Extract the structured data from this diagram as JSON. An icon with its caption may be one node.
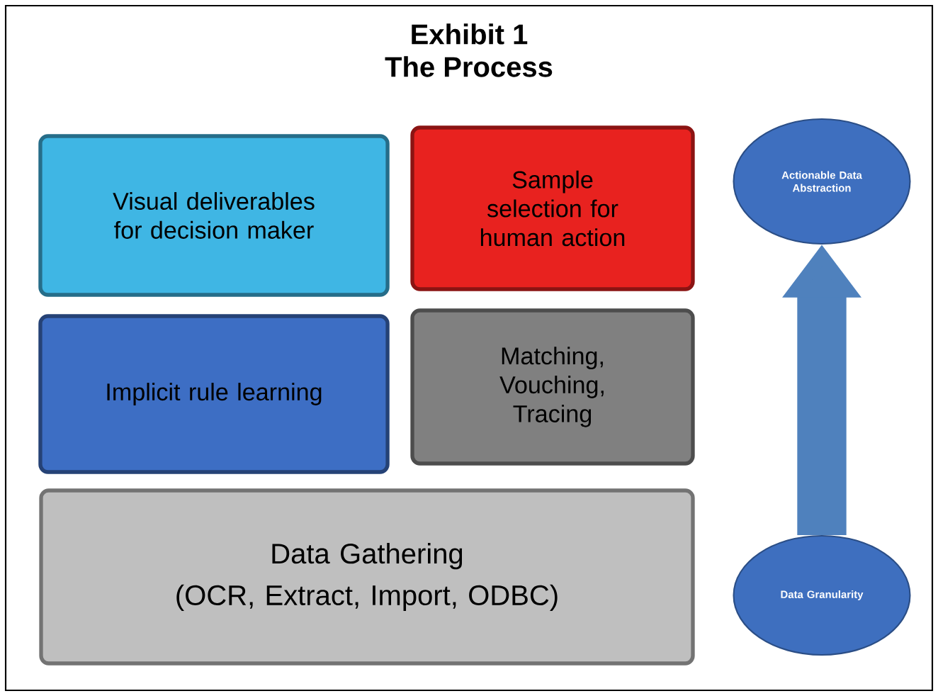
{
  "diagram": {
    "title": "Exhibit 1",
    "nodes": [
      {
        "text": [
          "Visual deliverables for decision maker"
        ]
      },
      {
        "text": [
          "Sample selection for human action"
        ]
      },
      {
        "text": [
          "Implicit rule learning"
        ]
      },
      {
        "text": [
          "Matching, Vouching, Tracing"
        ]
      },
      {
        "text": [
          "Data Gathering",
          "(OCR, Extract, Import, ODBC)"
        ]
      },
      {
        "text": [
          "Actionable Data Abstraction"
        ]
      },
      {
        "text": [
          "Data Granularity"
        ]
      }
    ],
    "edges": [
      {
        "from": 6,
        "to": 5,
        "arrow": "to"
      }
    ],
    "labels": [
      "The Process"
    ]
  }
}
